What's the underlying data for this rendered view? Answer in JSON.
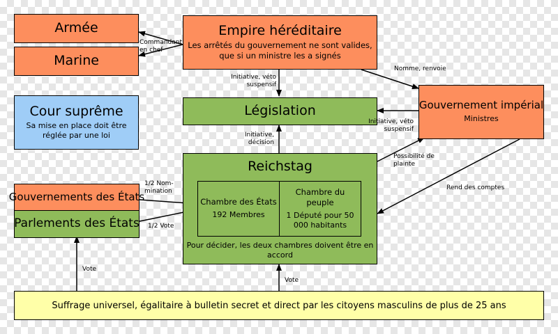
{
  "boxes": {
    "armee": "Armée",
    "marine": "Marine",
    "empire_title": "Empire héréditaire",
    "empire_text": "Les arrêtés du gouvernement ne sont valides, que si un ministre les a signés",
    "cour_title": "Cour suprême",
    "cour_text": "Sa mise en place doit être réglée par une loi",
    "legislation": "Législation",
    "gouvernement_title": "Gouvernement impérial",
    "gouvernement_text": "Ministres",
    "reichstag_title": "Reichstag",
    "chambre_etats_title": "Chambre des États",
    "chambre_etats_text": "192 Membres",
    "chambre_peuple_title": "Chambre du peuple",
    "chambre_peuple_text": "1 Député pour 50 000 habitants",
    "reichstag_note": "Pour décider, les deux chambres doivent être en accord",
    "gouvernements_etats": "Gouvernements des États",
    "parlements_etats": "Parlements des États",
    "suffrage": "Suffrage universel, égalitaire à bulletin secret et direct par les citoyens masculins de plus de 25 ans"
  },
  "labels": {
    "commandant": "Commandant en chef",
    "nomme": "Nomme, renvoie",
    "initiative_veto_1": "Initiative, véto suspensif",
    "initiative_veto_2": "Initiative, véto suspensif",
    "initiative_decision": "Initiative, décision",
    "possibilite": "Possibilité de plainte",
    "rend_comptes": "Rend des comptes",
    "nomination": "1/2 Nom-mination",
    "vote_half": "1/2 Vote",
    "vote_left": "Vote",
    "vote_center": "Vote"
  },
  "colors": {
    "orange": "#fd8e5d",
    "green": "#8fbb5a",
    "blue": "#9fcdf7",
    "yellow": "#ffffa8"
  }
}
